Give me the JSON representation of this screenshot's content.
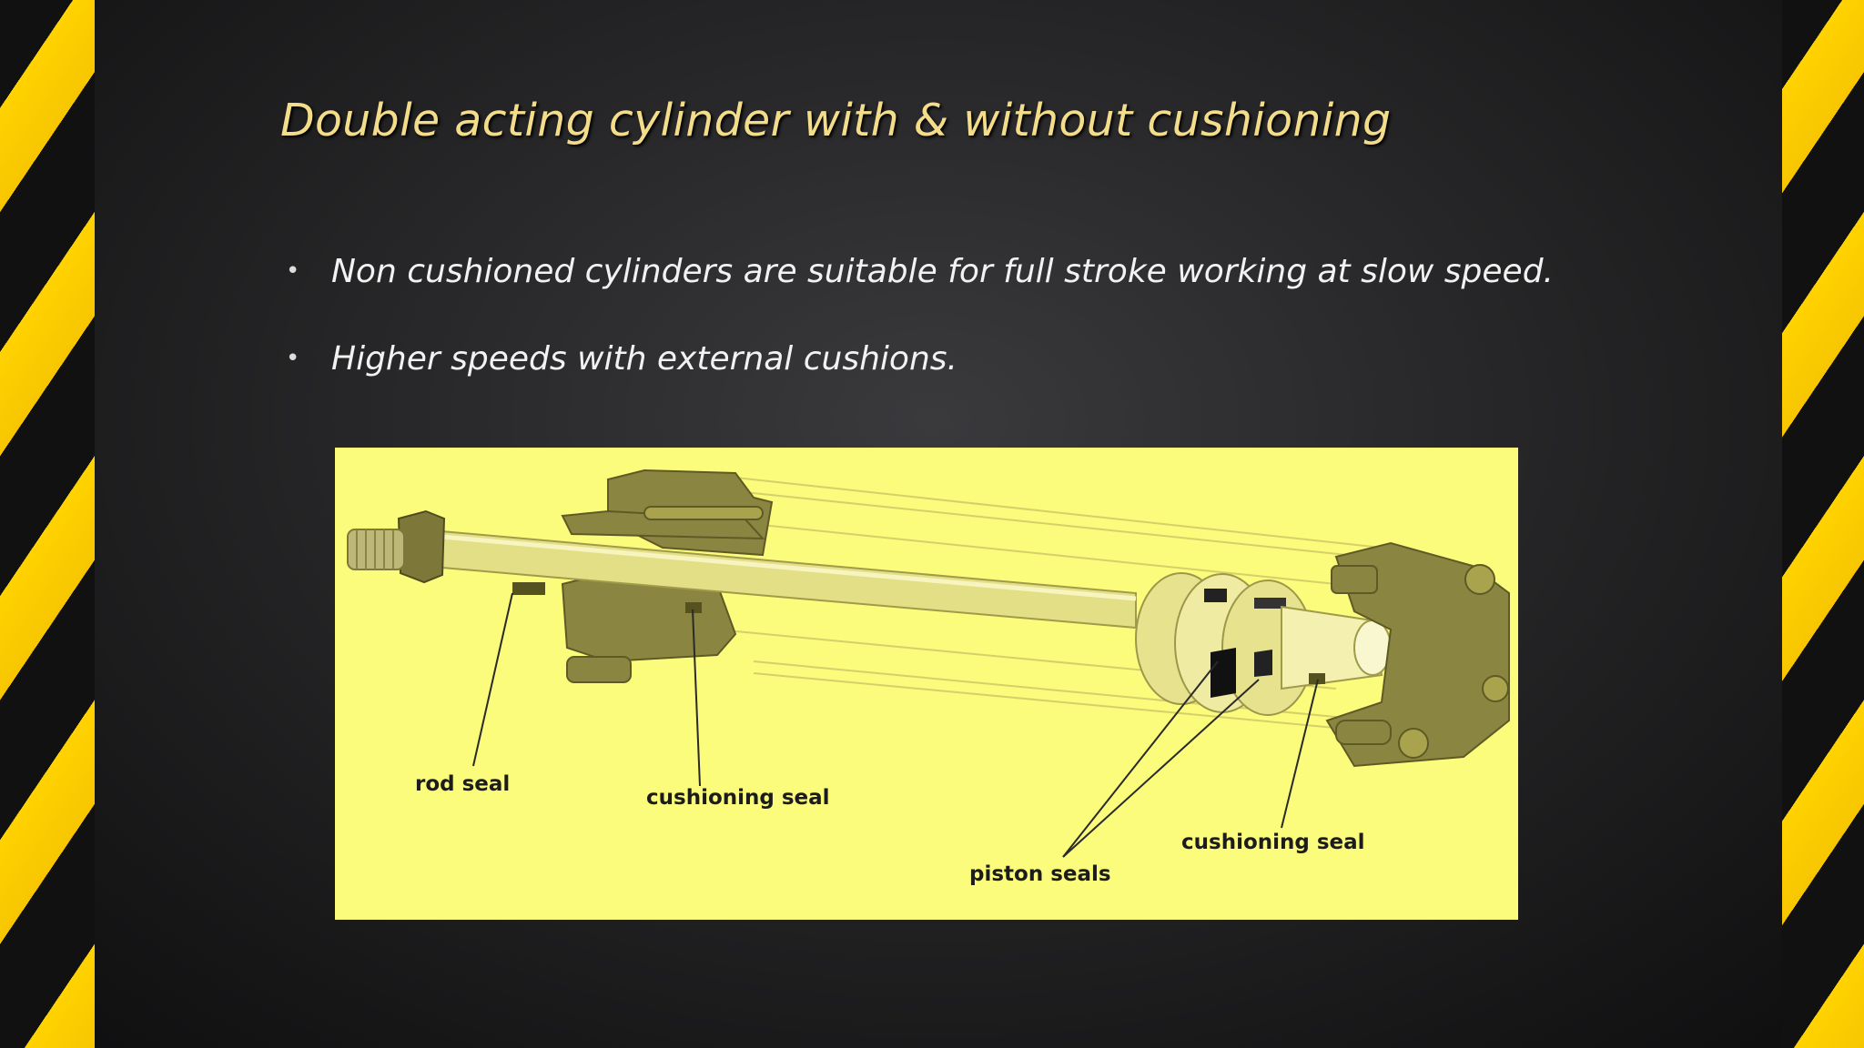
{
  "slide": {
    "title": "Double acting cylinder with & without cushioning",
    "bullets": [
      "Non cushioned cylinders are suitable for full stroke working at slow speed.",
      "Higher speeds with external cushions."
    ],
    "bullet_marker": "•"
  },
  "figure": {
    "labels": {
      "rod_seal": "rod seal",
      "cushioning_seal_left": "cushioning seal",
      "piston_seals": "piston seals",
      "cushioning_seal_right": "cushioning seal"
    }
  },
  "theme": {
    "stripe_yellow": "#ffd200",
    "stripe_black": "#111111",
    "title_color": "#f3dc8a",
    "figure_background": "#fbfb7c",
    "part_color": "#8a8540"
  }
}
